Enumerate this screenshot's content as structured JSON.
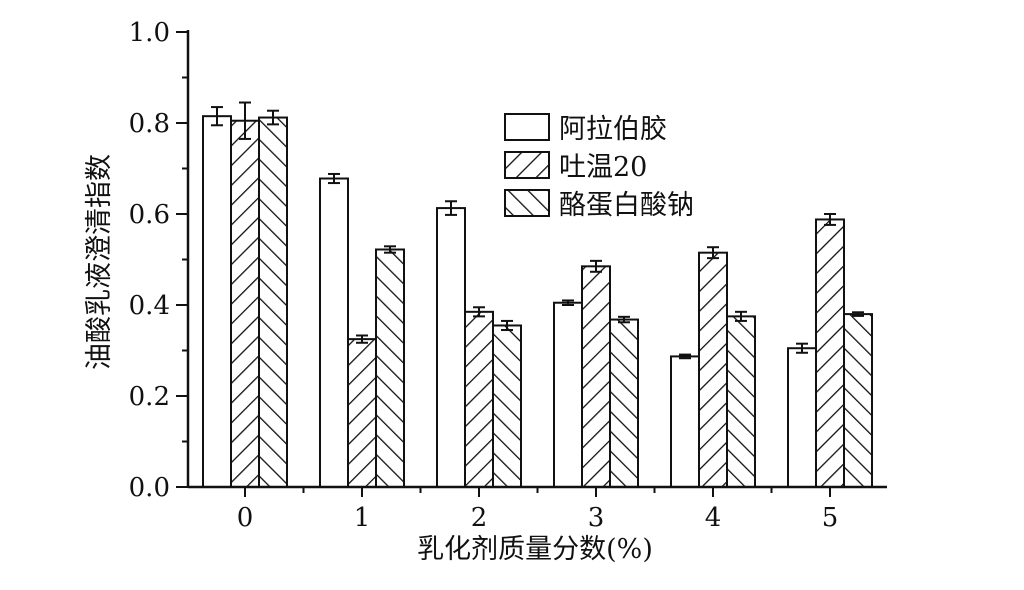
{
  "chart_data": {
    "type": "bar",
    "xlabel": "乳化剂质量分数(%)",
    "ylabel": "油酸乳液澄清指数",
    "categories": [
      "0",
      "1",
      "2",
      "3",
      "4",
      "5"
    ],
    "ylim": [
      0,
      1.0
    ],
    "yticks": [
      "0.0",
      "0.2",
      "0.4",
      "0.6",
      "0.8",
      "1.0"
    ],
    "grid": false,
    "legend_position": "upper-right",
    "series": [
      {
        "name": "阿拉伯胶",
        "pattern": "none",
        "values": [
          0.815,
          0.678,
          0.613,
          0.405,
          0.287,
          0.305
        ],
        "errors": [
          0.02,
          0.01,
          0.015,
          0.005,
          0.004,
          0.01
        ]
      },
      {
        "name": "吐温20",
        "pattern": "forward-hatch",
        "values": [
          0.805,
          0.325,
          0.385,
          0.485,
          0.515,
          0.588
        ],
        "errors": [
          0.04,
          0.008,
          0.01,
          0.012,
          0.012,
          0.012
        ]
      },
      {
        "name": "酪蛋白酸钠",
        "pattern": "back-hatch",
        "values": [
          0.812,
          0.522,
          0.355,
          0.368,
          0.375,
          0.38
        ],
        "errors": [
          0.015,
          0.007,
          0.01,
          0.006,
          0.01,
          0.004
        ]
      }
    ]
  }
}
